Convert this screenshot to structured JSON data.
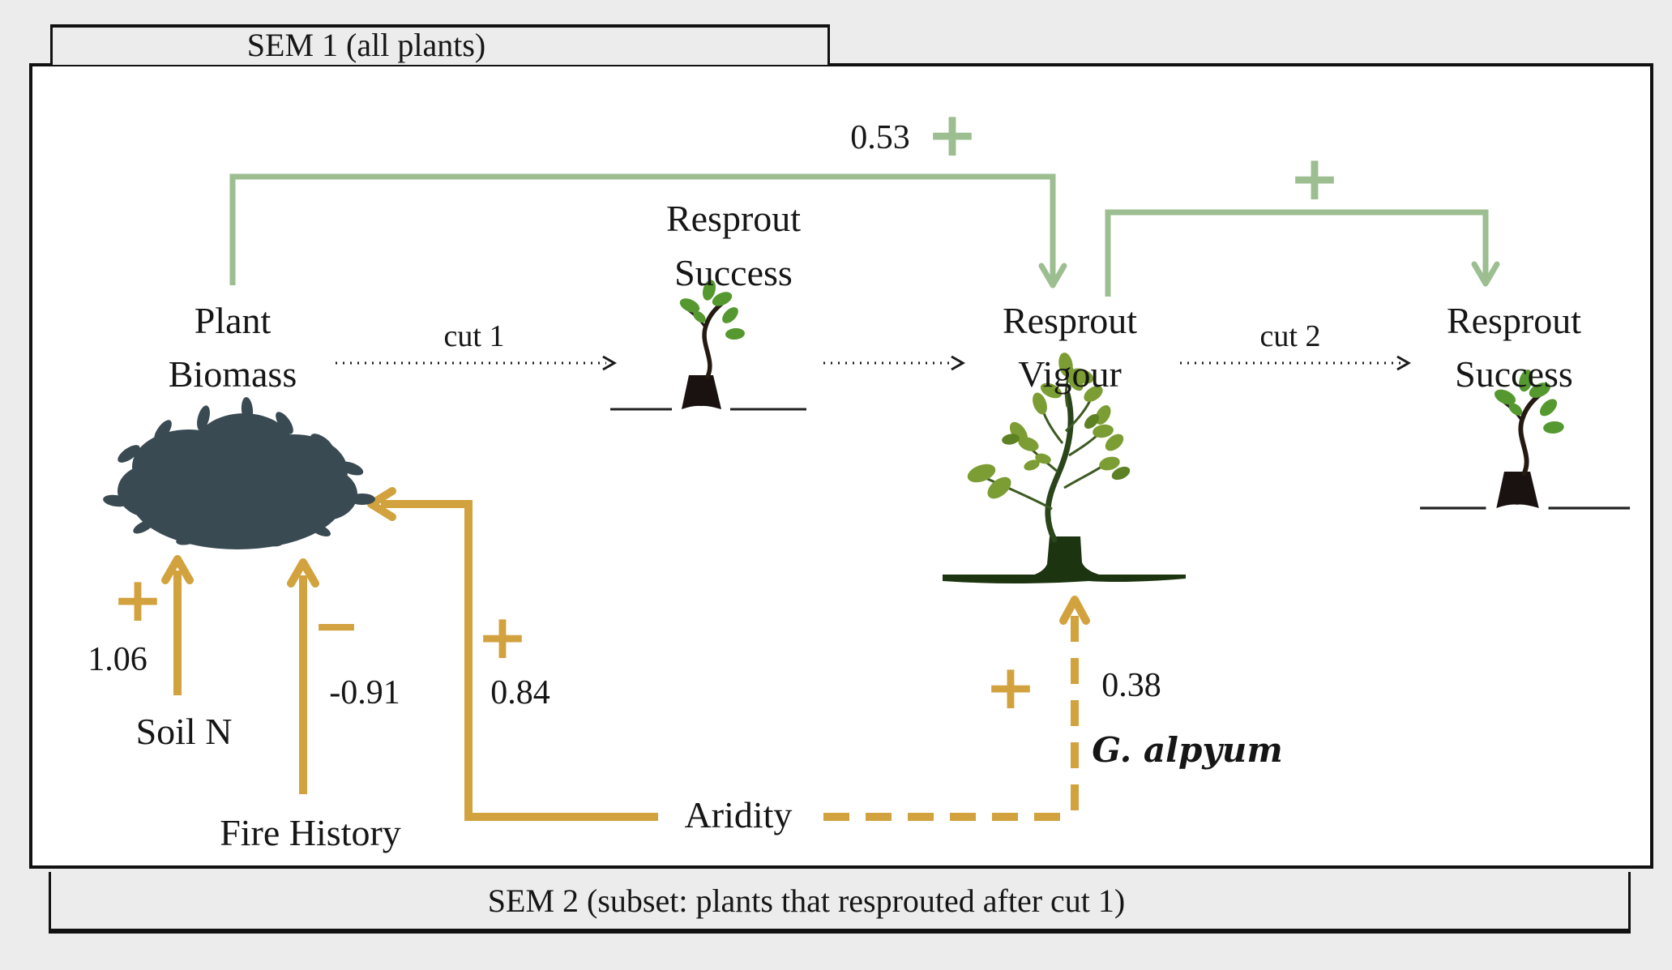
{
  "figure": {
    "type": "structural-equation-model-path-diagram"
  },
  "frames": {
    "sem1": {
      "label": "SEM 1 (all plants)"
    },
    "sem2": {
      "label": "SEM 2  (subset: plants that resprouted after cut 1)"
    }
  },
  "nodes": {
    "plant_biomass": {
      "line1": "Plant",
      "line2": "Biomass",
      "icon": "bush-icon"
    },
    "resprout_success_mid": {
      "line1": "Resprout",
      "line2": "Success",
      "icon": "stump-sapling-icon"
    },
    "resprout_vigour": {
      "line1": "Resprout",
      "line2": "Vigour",
      "icon": "vigorous-resprout-icon"
    },
    "resprout_success_right": {
      "line1": "Resprout",
      "line2": "Success",
      "icon": "stump-sapling-icon"
    }
  },
  "predictors": {
    "soil_n": {
      "label": "Soil N"
    },
    "fire_history": {
      "label": "Fire History"
    },
    "aridity": {
      "label": "Aridity"
    }
  },
  "paths": {
    "cut1": {
      "label": "cut 1",
      "style": "dotted-black-arrow"
    },
    "cut2": {
      "label": "cut 2",
      "style": "dotted-black-arrow"
    },
    "biomass_to_vigour": {
      "coefficient": "0.53",
      "sign": "+",
      "style": "solid-green-arrow"
    },
    "vigour_to_success": {
      "sign": "+",
      "style": "solid-green-arrow"
    },
    "soil_n_to_biomass": {
      "coefficient": "1.06",
      "sign": "+",
      "style": "solid-gold-arrow"
    },
    "fire_to_biomass": {
      "coefficient": "-0.91",
      "sign": "−",
      "style": "solid-gold-arrow"
    },
    "aridity_to_biomass": {
      "coefficient": "0.84",
      "sign": "+",
      "style": "solid-gold-arrow"
    },
    "aridity_to_vigour": {
      "coefficient": "0.38",
      "sign": "+",
      "species_note": "G. alpyum",
      "style": "dashed-gold-arrow"
    }
  },
  "colors": {
    "positive_green": "#9cbe90",
    "gold": "#d2a23f",
    "text": "#161616",
    "bush": "#3a4a52",
    "sapling_leaf": "#55982f",
    "vigour_leaf": "#7b9d33",
    "vigour_dark": "#1d3410",
    "panel_bg": "#ececec",
    "plot_bg": "#ffffff"
  }
}
